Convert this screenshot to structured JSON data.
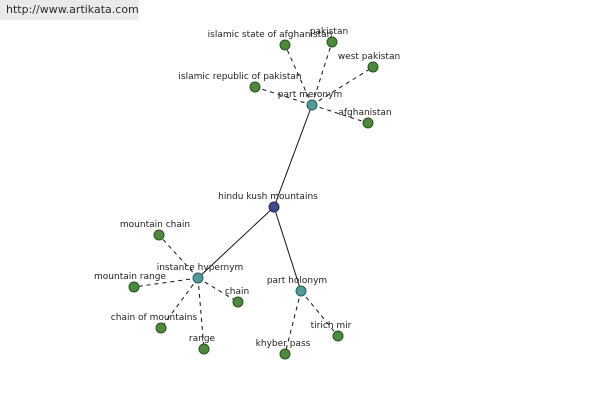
{
  "watermark": "http://www.artikata.com",
  "graph": {
    "root": "hindu kush mountains",
    "relations": [
      {
        "id": "part-meronym",
        "label": "part meronym",
        "children": [
          "islamic state of afghanistan",
          "pakistan",
          "west pakistan",
          "islamic republic of pakistan",
          "afghanistan"
        ]
      },
      {
        "id": "instance-hypernym",
        "label": "instance hypernym",
        "children": [
          "mountain chain",
          "mountain range",
          "chain",
          "chain of mountains",
          "range"
        ]
      },
      {
        "id": "part-holonym",
        "label": "part holonym",
        "children": [
          "khyber pass",
          "tirich mir"
        ]
      }
    ]
  },
  "colors": {
    "leaf": "#4e8a3e",
    "hub": "#4f9a9a",
    "root": "#3f4a86",
    "edge": "#111111"
  }
}
